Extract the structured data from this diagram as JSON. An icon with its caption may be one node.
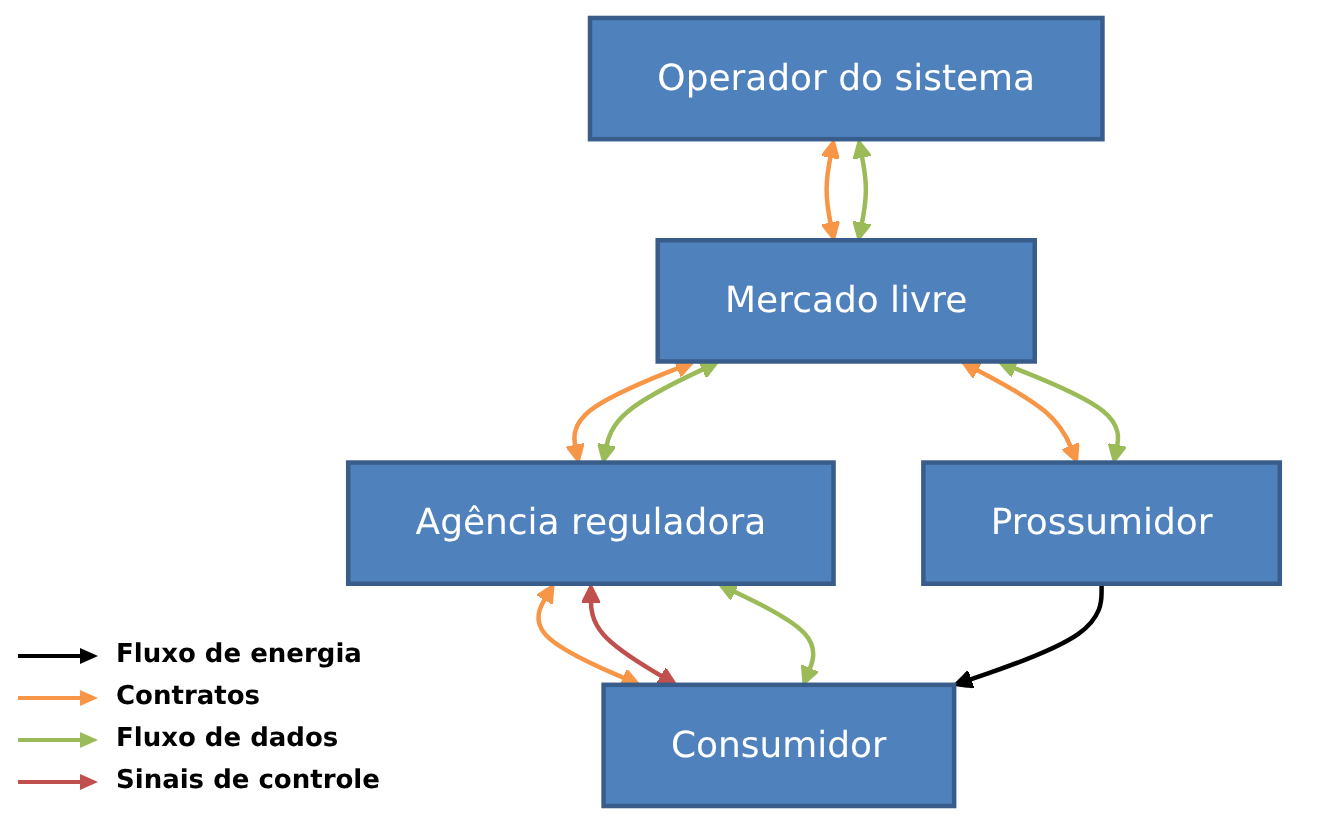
{
  "diagram": {
    "nodes": [
      {
        "text": [
          "Operador do sistema"
        ]
      },
      {
        "text": [
          "Mercado livre"
        ]
      },
      {
        "text": [
          "Prossumidor"
        ]
      },
      {
        "text": [
          "Agência reguladora"
        ]
      },
      {
        "text": [
          "Consumidor"
        ]
      }
    ],
    "edges": [
      {
        "from": 0,
        "to": 1,
        "arrow": "both",
        "color": "#f79646"
      },
      {
        "from": 0,
        "to": 1,
        "arrow": "both",
        "color": "#9bbb59"
      },
      {
        "from": 1,
        "to": 2,
        "arrow": "both",
        "color": "#f79646"
      },
      {
        "from": 1,
        "to": 2,
        "arrow": "both",
        "color": "#9bbb59"
      },
      {
        "from": 1,
        "to": 3,
        "arrow": "both",
        "color": "#f79646"
      },
      {
        "from": 1,
        "to": 3,
        "arrow": "both",
        "color": "#9bbb59"
      },
      {
        "from": 3,
        "to": 4,
        "arrow": "both",
        "color": "#f79646"
      },
      {
        "from": 3,
        "to": 4,
        "arrow": "both",
        "color": "#c0504d"
      },
      {
        "from": 3,
        "to": 4,
        "arrow": "both",
        "color": "#9bbb59"
      },
      {
        "from": 2,
        "to": 4,
        "arrow": "to",
        "color": "#000000"
      }
    ],
    "legend": [
      {
        "text": "Fluxo de energia"
      },
      {
        "text": "Contratos"
      },
      {
        "text": "Fluxo de dados"
      },
      {
        "text": "Sinais de controle"
      }
    ]
  }
}
